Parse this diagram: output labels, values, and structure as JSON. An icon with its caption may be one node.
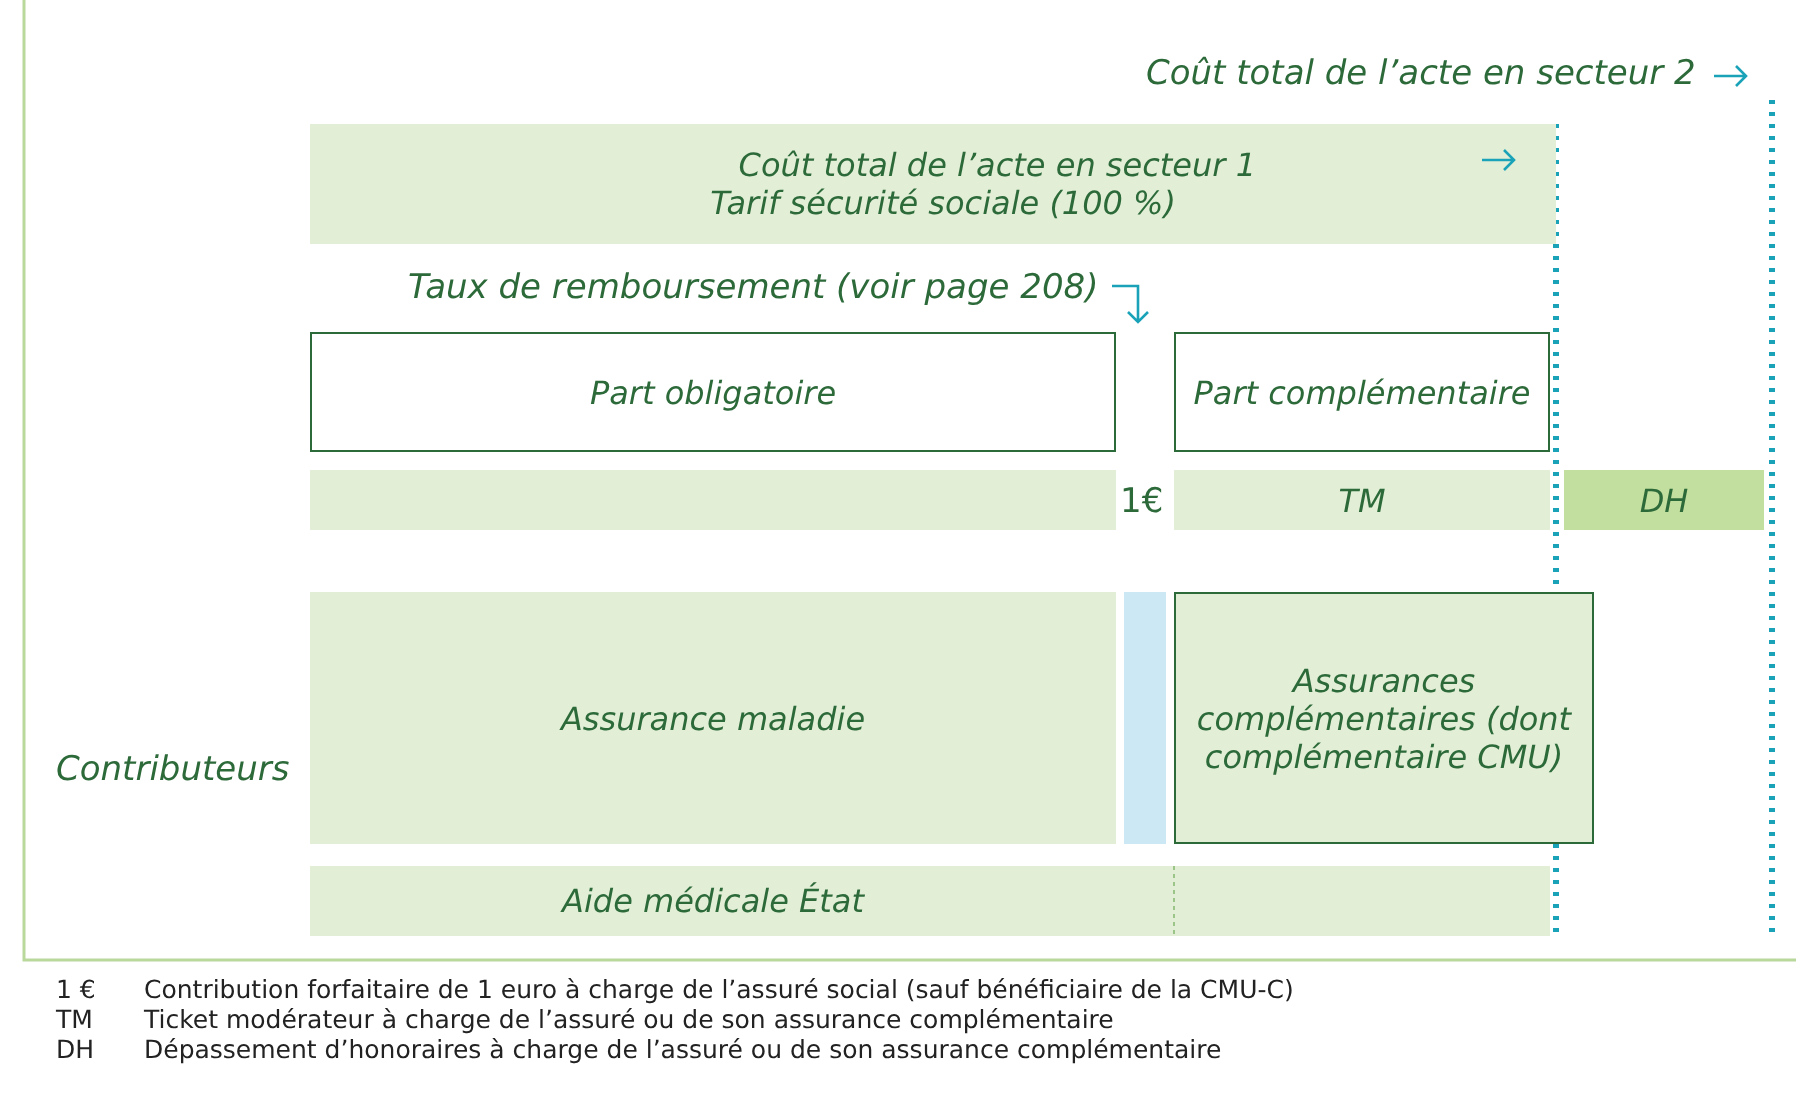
{
  "diagram": {
    "nodes": [
      {
        "text": [
          "Coût total de l’acte en secteur 1",
          "Tarif sécurité sociale (100 %)"
        ]
      },
      {
        "text": [
          "Part obligatoire"
        ]
      },
      {
        "text": [
          "Part complémentaire"
        ]
      },
      {
        "text": [],
        "shape": "bar"
      },
      {
        "text": [
          "TM"
        ]
      },
      {
        "text": [
          "DH"
        ]
      },
      {
        "text": [
          "Assurance maladie"
        ]
      },
      {
        "text": [],
        "shape": "bar"
      },
      {
        "text": [
          "Assurances complémentaires (dont complémentaire CMU)"
        ]
      },
      {
        "text": [
          "Aide médicale État"
        ]
      }
    ],
    "edges": [],
    "labels": [
      "Coût total de l’acte en secteur 2",
      "Taux de remboursement (voir page 208)",
      "1€",
      "Contributeurs",
      "1 €",
      "Contribution forfaitaire de 1 euro à charge de l’assuré social (sauf bénéficiaire de la CMU-C)",
      "TM",
      "Ticket modérateur à charge de l’assuré ou de son assurance complémentaire",
      "DH",
      "Dépassement d’honoraires à charge de l’assuré ou de son assurance complémentaire"
    ]
  }
}
